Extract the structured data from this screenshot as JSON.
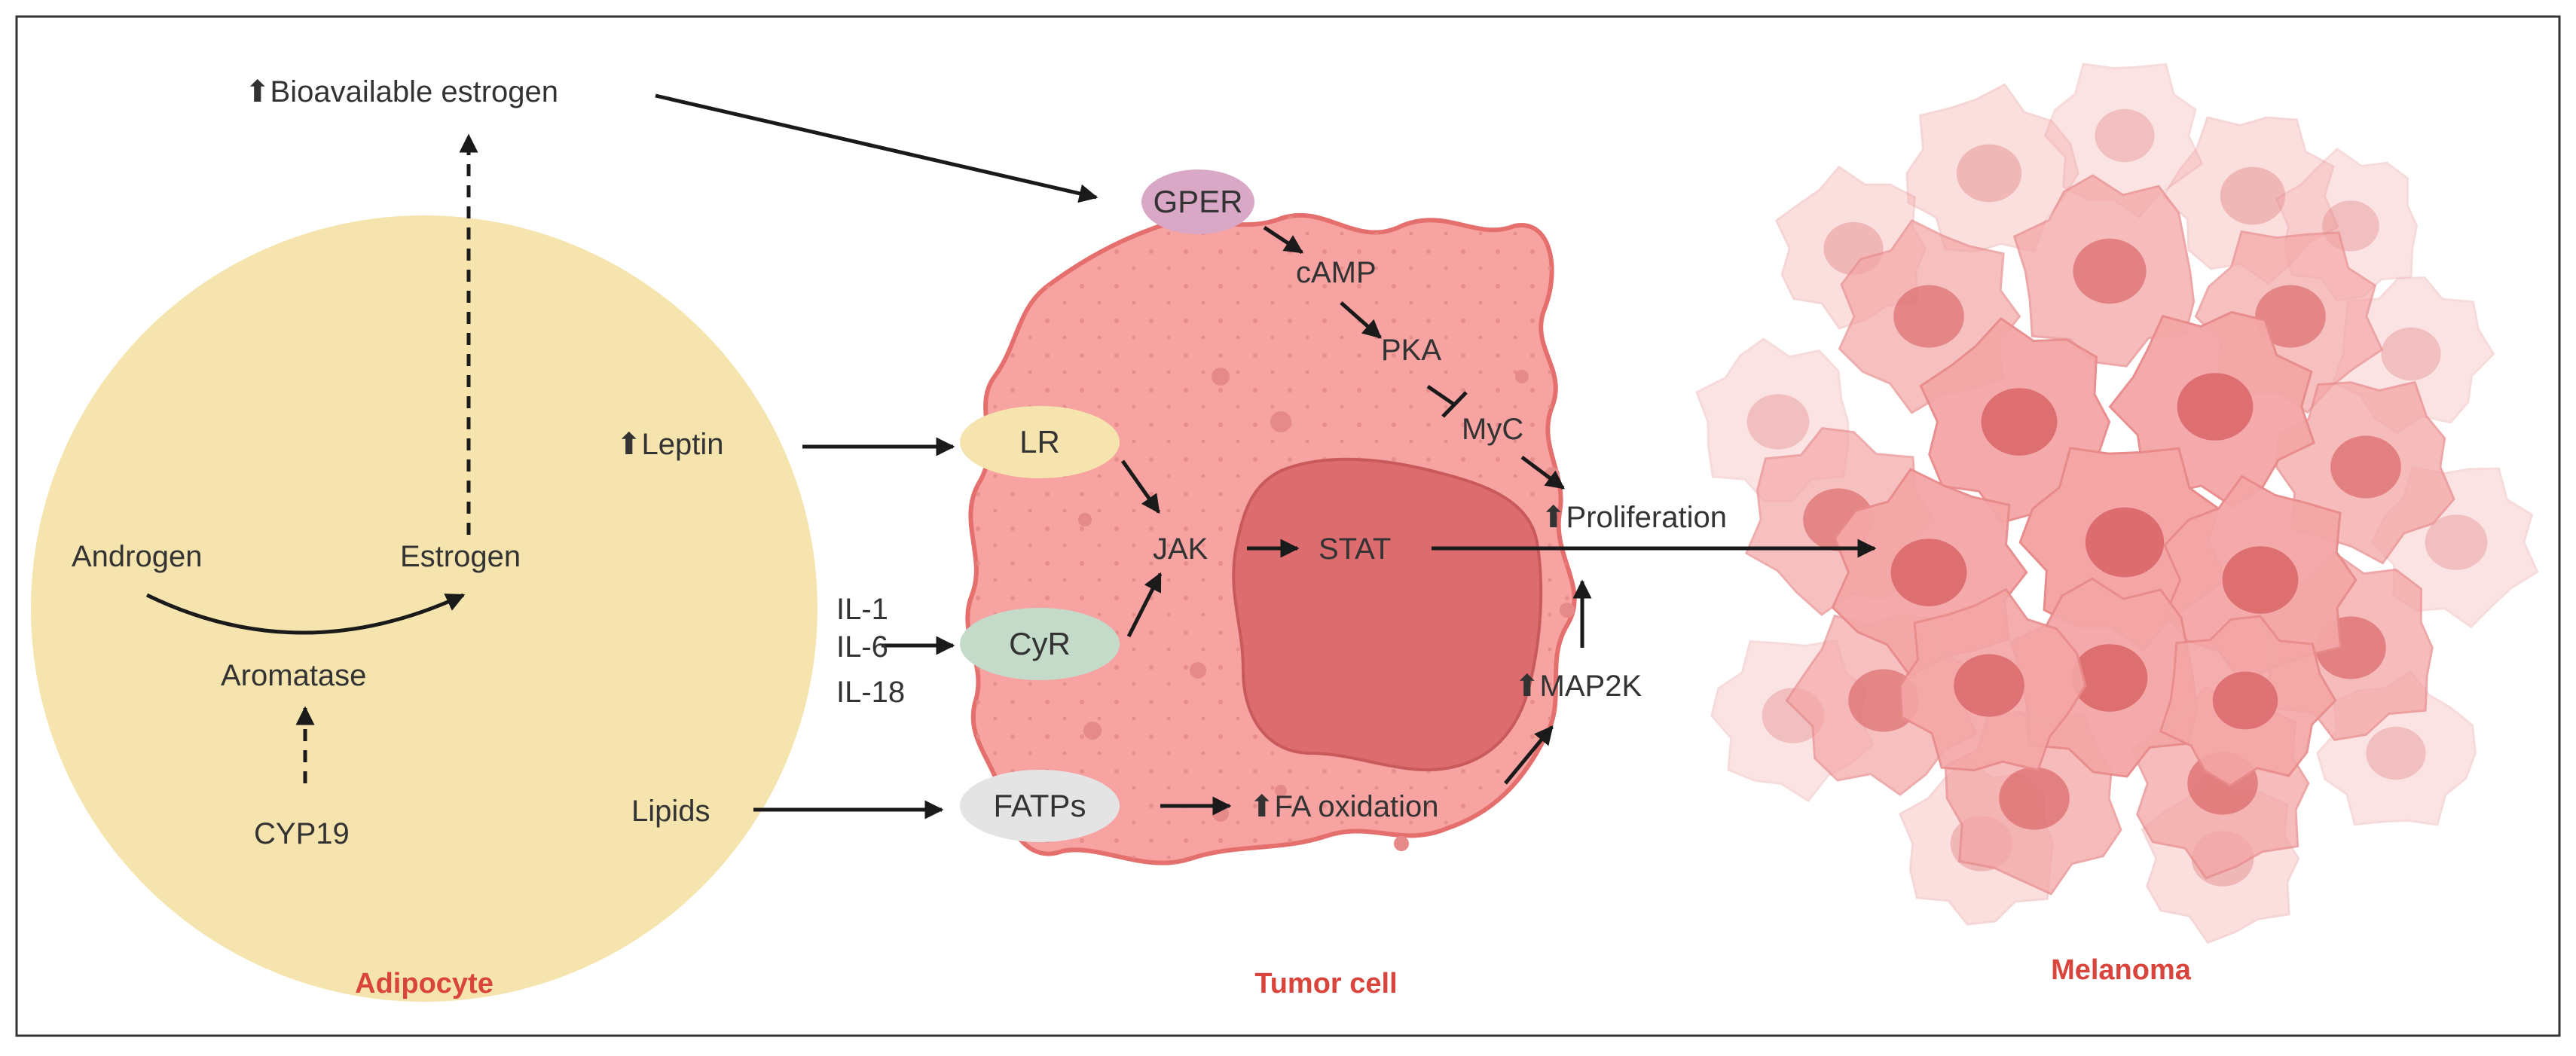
{
  "labels": {
    "bioavailable_estrogen": "⬆Bioavailable estrogen",
    "leptin": "⬆Leptin",
    "androgen": "Androgen",
    "estrogen": "Estrogen",
    "aromatase": "Aromatase",
    "cyp19": "CYP19",
    "lipids": "Lipids",
    "il1": "IL-1",
    "il6": "IL-6",
    "il18": "IL-18",
    "gper": "GPER",
    "camp": "cAMP",
    "pka": "PKA",
    "myc": "MyC",
    "proliferation": "⬆Proliferation",
    "lr": "LR",
    "jak": "JAK",
    "stat": "STAT",
    "cyr": "CyR",
    "map2k": "⬆MAP2K",
    "fatps": "FATPs",
    "fa_oxidation": "⬆FA oxidation"
  },
  "captions": {
    "adipocyte": "Adipocyte",
    "tumor_cell": "Tumor cell",
    "melanoma": "Melanoma"
  },
  "colors": {
    "caption_red": "#d9453d",
    "adipocyte_fill": "#f6e4ae",
    "tumor_fill": "#f6a3a1",
    "tumor_stroke": "#e46f6d",
    "nucleus_fill": "#dc6c6e",
    "gper_fill": "#d9a8c7",
    "lr_fill": "#f6e4ae",
    "cyr_fill": "#c4dbc9",
    "fatps_fill": "#e4e4e4",
    "arrow": "#1a1a1a"
  }
}
